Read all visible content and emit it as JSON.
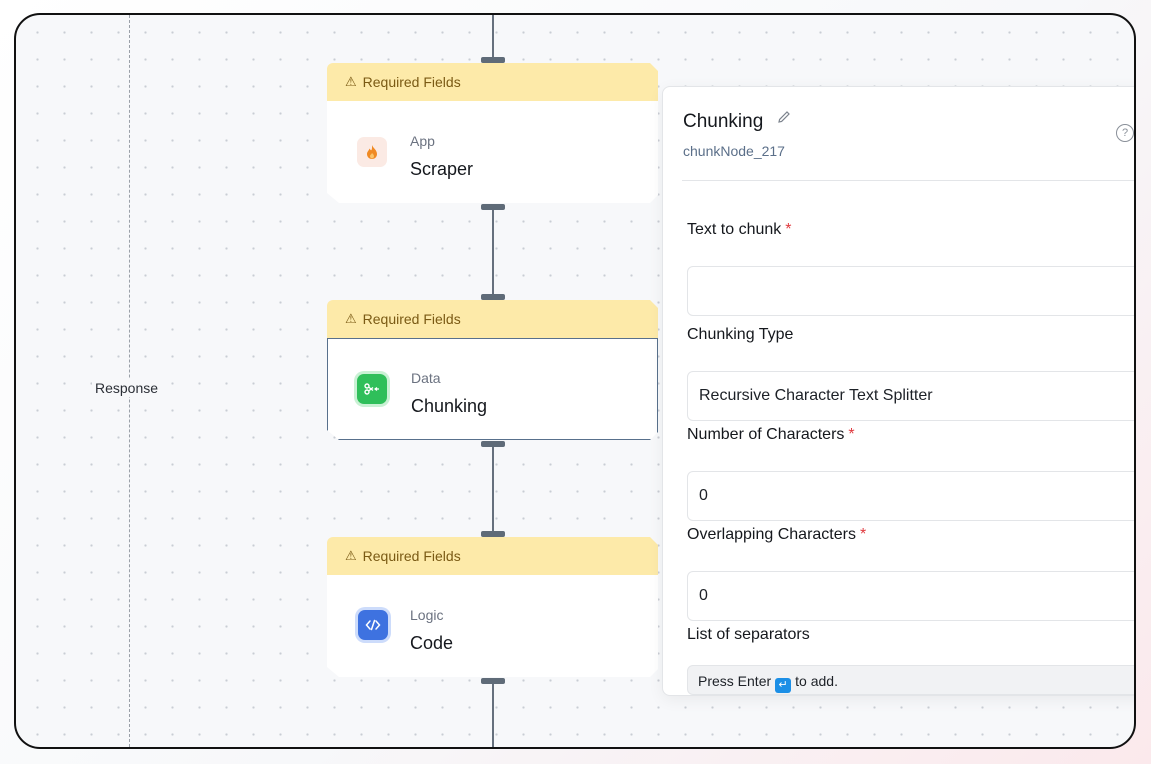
{
  "canvas": {
    "group_label": "Response",
    "colors": {
      "warning_bg": "#fdeaa9",
      "selected_border": "#58708c",
      "required": "#e0393e",
      "data_icon": "#2fbf5a",
      "code_icon": "#3e72e0"
    }
  },
  "nodes": [
    {
      "warning": "Required Fields",
      "category": "App",
      "name": "Scraper",
      "icon": "fire-icon"
    },
    {
      "warning": "Required Fields",
      "category": "Data",
      "name": "Chunking",
      "icon": "scissors-icon"
    },
    {
      "warning": "Required Fields",
      "category": "Logic",
      "name": "Code",
      "icon": "code-icon"
    }
  ],
  "panel": {
    "title": "Chunking",
    "node_id": "chunkNode_217",
    "fields": {
      "text_to_chunk": {
        "label": "Text to chunk",
        "required": "*",
        "value": ""
      },
      "chunking_type": {
        "label": "Chunking Type",
        "value": "Recursive Character Text Splitter"
      },
      "num_chars": {
        "label": "Number of Characters",
        "required": "*",
        "value": "0"
      },
      "overlap_chars": {
        "label": "Overlapping Characters",
        "required": "*",
        "value": "0"
      },
      "separators": {
        "label": "List of separators",
        "hint_before": "Press Enter",
        "hint_after": "to add."
      }
    }
  }
}
